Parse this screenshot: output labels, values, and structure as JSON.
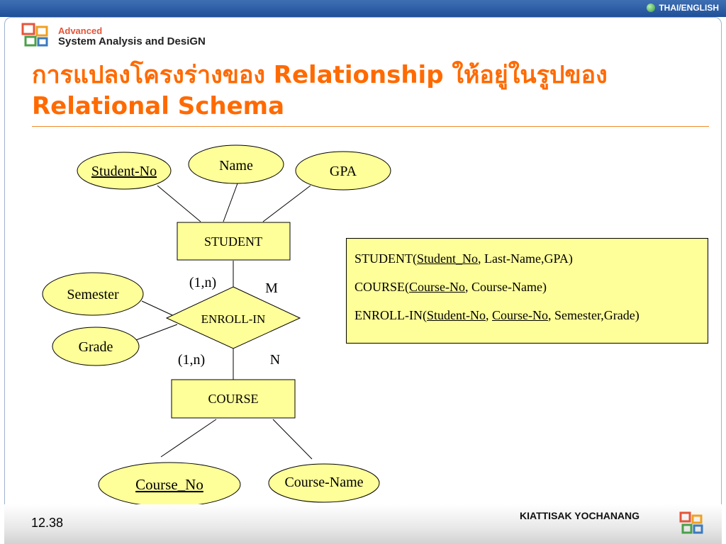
{
  "top_bar": {
    "language_label": "THAI/ENGLISH"
  },
  "brand": {
    "line1": "Advanced",
    "line2": "System Analysis and DesiGN"
  },
  "slide": {
    "title_line1": "การแปลงโครงร่างของ Relationship ให้อยู่ในรูปของ",
    "title_line2": "Relational Schema"
  },
  "diagram": {
    "entity_student": "STUDENT",
    "entity_course": "COURSE",
    "relationship": "ENROLL-IN",
    "attr_student_no": "Student-No",
    "attr_name": "Name",
    "attr_gpa": "GPA",
    "attr_semester": "Semester",
    "attr_grade": "Grade",
    "attr_course_no": "Course_No",
    "attr_course_name": "Course-Name",
    "card_top": "(1,n)",
    "card_top_label": "M",
    "card_bottom": "(1,n)",
    "card_bottom_label": "N"
  },
  "schema": {
    "student_prefix": "STUDENT(",
    "student_key": "Student_No",
    "student_rest": ", Last-Name,GPA)",
    "course_prefix": "COURSE(",
    "course_key": "Course-No",
    "course_rest": ", Course-Name)",
    "enroll_prefix": "ENROLL-IN(",
    "enroll_key1": "Student-No",
    "enroll_sep": ", ",
    "enroll_key2": "Course-No",
    "enroll_rest": ", Semester,Grade)"
  },
  "footer": {
    "page_number": "12.38",
    "author": "KIATTISAK YOCHANANG"
  },
  "colors": {
    "title": "#ff6a00",
    "shape_fill": "#ffff99",
    "top_bar": "#2a5aa3"
  }
}
